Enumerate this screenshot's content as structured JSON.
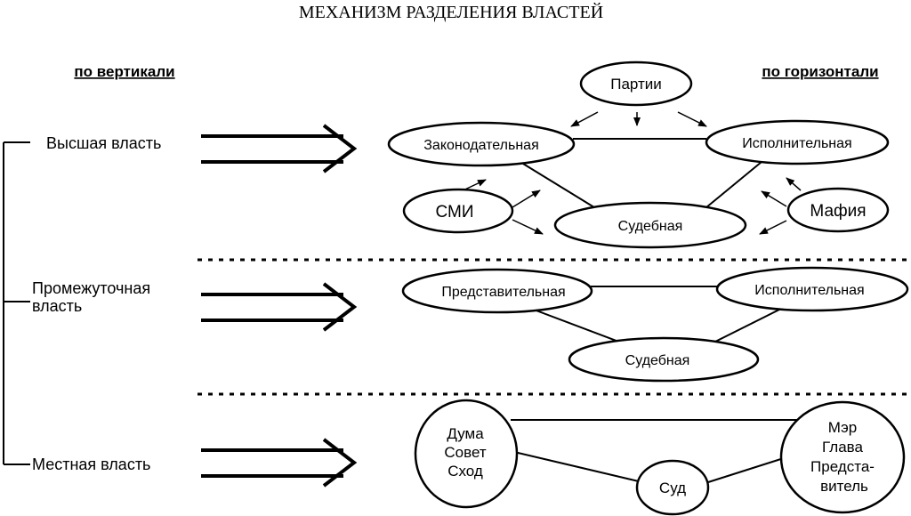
{
  "title": "МЕХАНИЗМ РАЗДЕЛЕНИЯ ВЛАСТЕЙ",
  "headers": {
    "vertical": "по вертикали",
    "horizontal": "по горизонтали"
  },
  "levels": {
    "higher": "Высшая власть",
    "intermediate_line1": "Промежуточная",
    "intermediate_line2": "власть",
    "local": "Местная власть"
  },
  "higher_level": {
    "parties": "Партии",
    "legislative": "Законодательная",
    "executive": "Исполнительная",
    "judicial": "Судебная",
    "media": "СМИ",
    "mafia": "Мафия"
  },
  "intermediate_level": {
    "representative": "Представительная",
    "executive": "Исполнительная",
    "judicial": "Судебная"
  },
  "local_level": {
    "duma": "Дума",
    "council": "Совет",
    "assembly": "Сход",
    "mayor": "Мэр",
    "head": "Глава",
    "representative_part1": "Предста-",
    "representative_part2": "витель",
    "court": "Суд"
  }
}
